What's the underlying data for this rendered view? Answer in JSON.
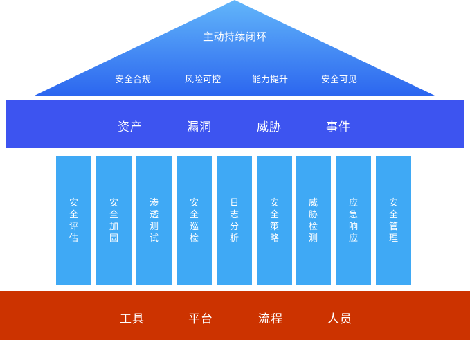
{
  "roof": {
    "title": "主动持续闭环",
    "items": [
      "安全合规",
      "风险可控",
      "能力提升",
      "安全可见"
    ]
  },
  "beam": {
    "items": [
      "资产",
      "漏洞",
      "威胁",
      "事件"
    ]
  },
  "pillars": [
    "安全评估",
    "安全加固",
    "渗透测试",
    "安全巡检",
    "日志分析",
    "安全策略",
    "威胁检测",
    "应急响应",
    "安全管理"
  ],
  "base": {
    "items": [
      "工具",
      "平台",
      "流程",
      "人员"
    ]
  },
  "colors": {
    "roof_top": "#5fb0f8",
    "roof_bottom": "#2f6cf0",
    "beam": "#3d54f0",
    "pillar": "#3fa9f5",
    "base": "#cc3300",
    "text": "#ffffff"
  }
}
